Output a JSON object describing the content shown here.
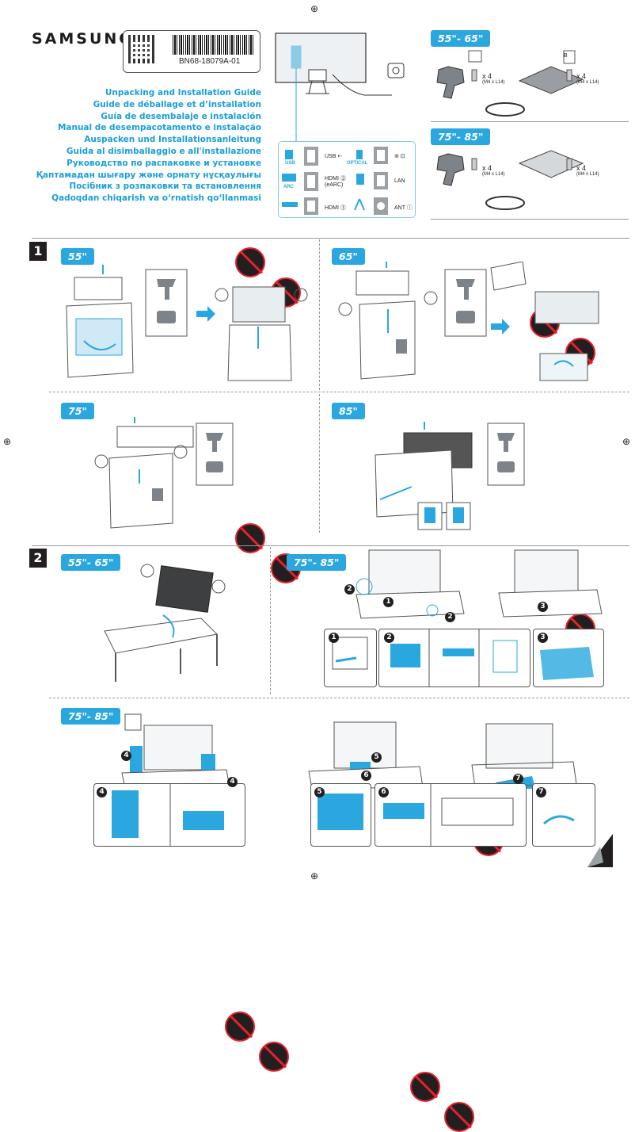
{
  "brand": "SAMSUNG",
  "doc_code": "BN68-18079A-01",
  "titles": [
    "Unpacking and Installation Guide",
    "Guide de déballage et d’installation",
    "Guía de desembalaje e instalación",
    "Manual de desempacotamento e instalação",
    "Auspacken und Installationsanleitung",
    "Guida al disimballaggio e all'installazione",
    "Руководство по распаковке и установке",
    "Қаптамадан шығару және орнату нұсқаулығы",
    "Посібник з розпаковки та встановлення",
    "Qadoqdan chiqarish va o‘rnatish qo‘llanmasi"
  ],
  "ports": {
    "usb_label": "USB",
    "usb": "USB ⇠",
    "optical_label": "OPTICAL",
    "arc_label": "ARC",
    "hdmi_earc": "HDMI ⓶\n(eARC)",
    "lan": "LAN",
    "hdmi1": "HDMI ⓵",
    "ant": "ANT ⓘ",
    "ex_link": "⊚ ⊡"
  },
  "accessories": {
    "tag_a": "55\"- 65\"",
    "tag_b": "75\"- 85\"",
    "qty": "x 4",
    "screw_spec": "(M4 x L14)",
    "box_b": "B"
  },
  "steps": {
    "s1": "1",
    "s2": "2",
    "s1_tags": [
      "55\"",
      "65\"",
      "75\"",
      "85\""
    ],
    "s2_tags": [
      "55\"- 65\"",
      "75\"- 85\"",
      "75\"- 85\""
    ],
    "nums": [
      "1",
      "2",
      "3",
      "4",
      "5",
      "6",
      "7"
    ]
  },
  "colors": {
    "accent": "#2aa7df",
    "prohibit": "#e8202a",
    "title": "#1a9fd8"
  }
}
